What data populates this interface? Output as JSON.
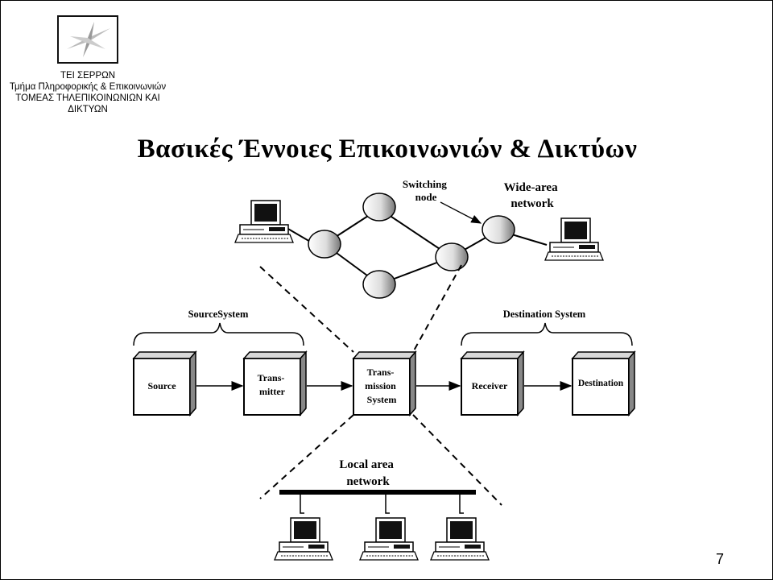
{
  "header": {
    "institution_lines": [
      "ΤΕΙ ΣΕΡΡΩΝ",
      "Τμήμα Πληροφορικής & Επικοινωνιών",
      "ΤΟΜΕΑΣ ΤΗΛΕΠΙΚΟΙΝΩΝΙΩΝ ΚΑΙ ΔΙΚΤΥΩΝ"
    ]
  },
  "title": "Βασικές Έννοιες Επικοινωνιών & Δικτύων",
  "diagram": {
    "wan": {
      "switching_node_label": [
        "Switching",
        "node"
      ],
      "wide_area_label": [
        "Wide-area",
        "network"
      ]
    },
    "groups": {
      "source_system": "SourceSystem",
      "destination_system": "Destination System"
    },
    "blocks": [
      {
        "id": "source",
        "lines": [
          "Source"
        ]
      },
      {
        "id": "transmitter",
        "lines": [
          "Trans-",
          "mitter"
        ]
      },
      {
        "id": "transmission",
        "lines": [
          "Trans-",
          "mission",
          "System"
        ]
      },
      {
        "id": "receiver",
        "lines": [
          "Receiver"
        ]
      },
      {
        "id": "destination",
        "lines": [
          "Destination"
        ]
      }
    ],
    "lan_label": [
      "Local area",
      "network"
    ]
  },
  "page_number": "7"
}
